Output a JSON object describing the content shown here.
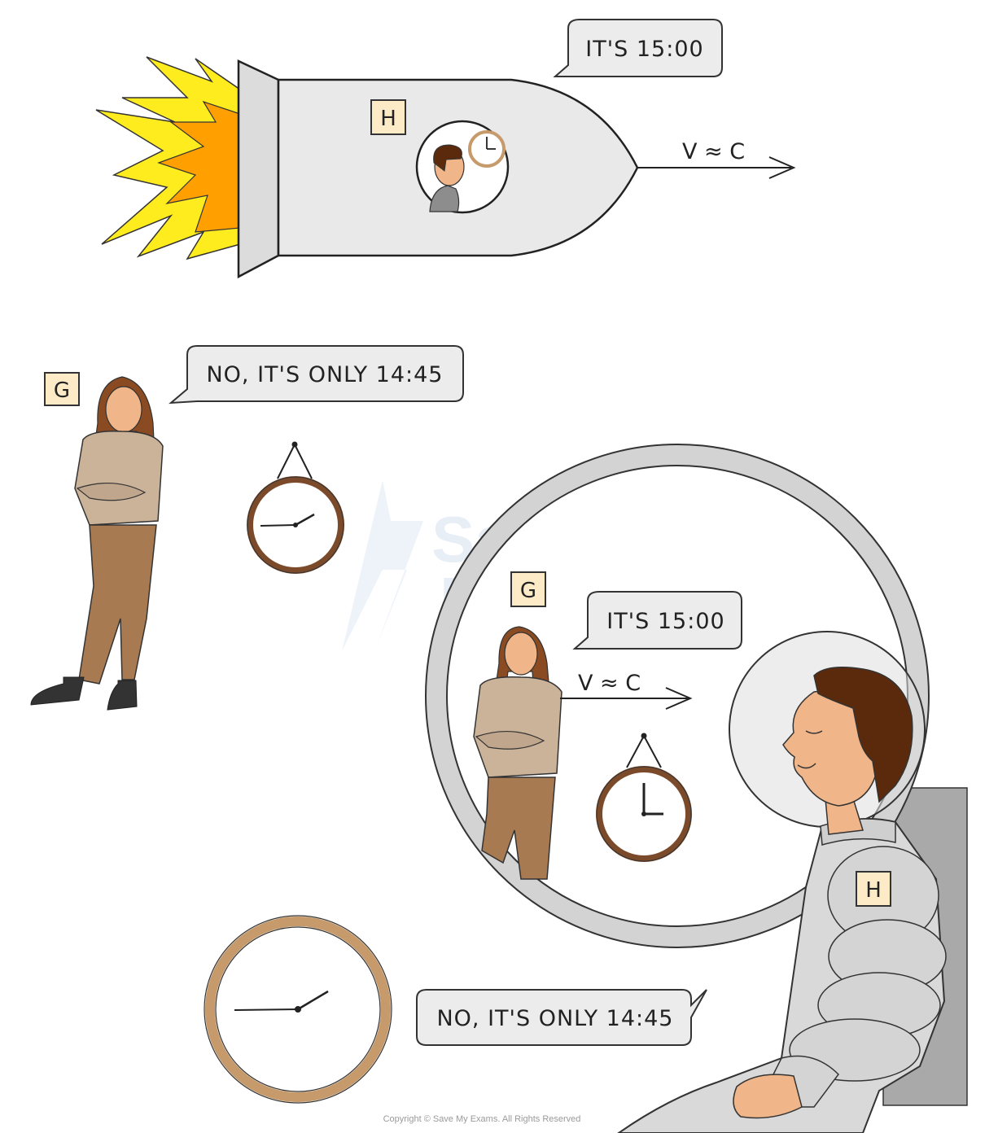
{
  "watermark": {
    "line1": "Save My",
    "line2": "Exams"
  },
  "copyright": "Copyright © Save My Exams. All Rights Reserved",
  "scene_rocket": {
    "speech": "IT'S 15:00",
    "tag": "H",
    "velocity_label": "V ≈ C",
    "colors": {
      "hull": "#e9e9e9",
      "flame_outer": "#ffe600",
      "flame_inner": "#ff9d00"
    }
  },
  "scene_earth": {
    "speech": "NO, IT'S ONLY 14:45",
    "tag": "G",
    "clock_frame_color": "#7a4a2a"
  },
  "scene_window": {
    "tag_observer": "G",
    "speech_observer": "IT'S 15:00",
    "velocity_label": "V ≈ C",
    "tag_traveller": "H",
    "speech_traveller": "NO, IT'S ONLY 14:45",
    "colors": {
      "suit": "#d9d9d9",
      "hair": "#5b2a0d",
      "skin": "#f0b689",
      "seat": "#a9a9a9"
    }
  },
  "colors": {
    "tag_fill": "#fdebc8",
    "bubble_fill": "#ececec",
    "clock_frame_light": "#c69a6a"
  }
}
